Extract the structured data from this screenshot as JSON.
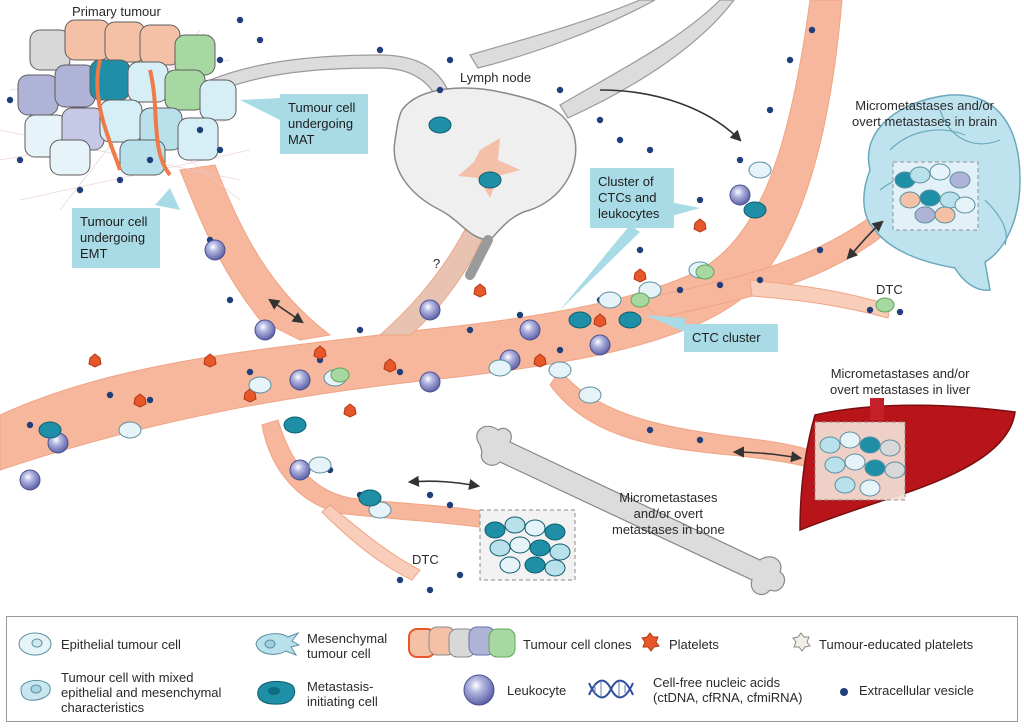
{
  "labels": {
    "primary_tumour": "Primary tumour",
    "lymph_node": "Lymph node",
    "question_mark": "?",
    "brain_title": "Micrometastases and/or\novert metastases in brain",
    "liver_title": "Micrometastases and/or\novert metastases in liver",
    "bone_title": "Micrometastases\nand/or overt\nmetastases in bone",
    "dtc_brain": "DTC",
    "dtc_bone": "DTC"
  },
  "callouts": {
    "mat": "Tumour cell\nundergoing\nMAT",
    "emt": "Tumour cell\nundergoing\nEMT",
    "ctc_leuko": "Cluster of\nCTCs and\nleukocytes",
    "ctc_cluster": "CTC cluster"
  },
  "legend": {
    "epithelial": "Epithelial tumour cell",
    "mixed": "Tumour cell with mixed\nepithelial and mesenchymal\ncharacteristics",
    "mesenchymal": "Mesenchymal\ntumour cell",
    "mic": "Metastasis-\ninitiating cell",
    "clones": "Tumour cell clones",
    "leukocyte": "Leukocyte",
    "platelets": "Platelets",
    "cfna": "Cell-free nucleic acids\n(ctDNA, cfRNA, cfmiRNA)",
    "tep": "Tumour-educated platelets",
    "ev": "Extracellular vesicle"
  },
  "colors": {
    "vessel": "#f6b79c",
    "vessel_edge": "#f0a486",
    "lymph_vessel": "#d9d9d9",
    "node_fill": "#efefef",
    "epithelial": "#e6f3f8",
    "mesenchymal": "#b9e1ec",
    "mic": "#1e8fa6",
    "leukocyte": "#8a8ec8",
    "platelet": "#e8572a",
    "ev": "#1f3f7a",
    "liver": "#b8151a",
    "brain": "#bfe3ee",
    "bone": "#d8d8d8",
    "callout": "#a9dbe6"
  }
}
